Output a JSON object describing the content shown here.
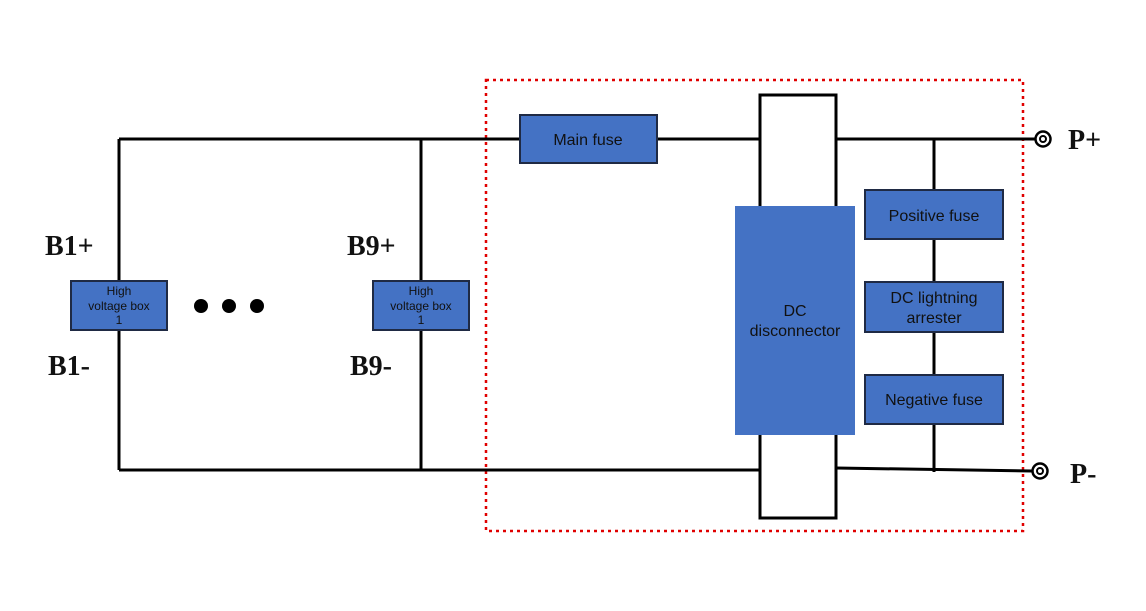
{
  "colors": {
    "wire": "#000000",
    "component_fill": "#4472c4",
    "component_border": "#1f2a44",
    "boundary": "#e00000",
    "background": "#ffffff"
  },
  "labels": {
    "b1_plus": "B1+",
    "b1_minus": "B1-",
    "b9_plus": "B9+",
    "b9_minus": "B9-",
    "p_plus": "P+",
    "p_minus": "P-"
  },
  "components": {
    "hv_box_1": [
      "High",
      "voltage box",
      "1"
    ],
    "hv_box_9": [
      "High",
      "voltage box",
      "1"
    ],
    "main_fuse": "Main fuse",
    "dc_disconnector": [
      "DC",
      "disconnector"
    ],
    "positive_fuse": "Positive fuse",
    "dc_lightning_arrester": [
      "DC lightning",
      "arrester"
    ],
    "negative_fuse": "Negative fuse"
  },
  "icons": {
    "ellipsis": "three-dot-ellipsis-icon",
    "terminal": "terminal-ring-icon"
  }
}
